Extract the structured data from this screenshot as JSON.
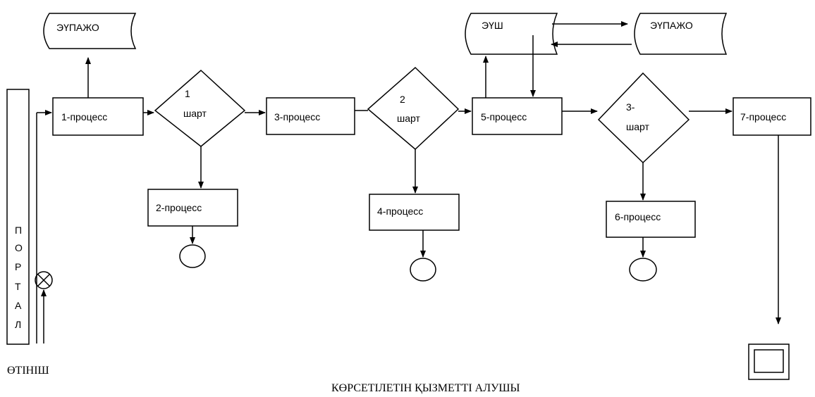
{
  "storage": {
    "left": "ЭҮПАЖО",
    "middle": "ЭҮШ",
    "right": "ЭҮПАЖО"
  },
  "portal_letters": [
    "П",
    "О",
    "Р",
    "Т",
    "А",
    "Л"
  ],
  "processes": {
    "p1": "1-процесс",
    "p2": "2-процесс",
    "p3": "3-процесс",
    "p4": "4-процесс",
    "p5": "5-процесс",
    "p6": "6-процесс",
    "p7": "7-процесс"
  },
  "conditions": {
    "c1": {
      "line1": "1",
      "line2": "шарт"
    },
    "c2": {
      "line1": "2",
      "line2": "шарт"
    },
    "c3": {
      "line1": "3-",
      "line2": "шарт"
    }
  },
  "captions": {
    "application": "ӨТІНІШ",
    "service_recipient": "КӨРСЕТІЛЕТІН ҚЫЗМЕТТІ АЛУШЫ"
  }
}
